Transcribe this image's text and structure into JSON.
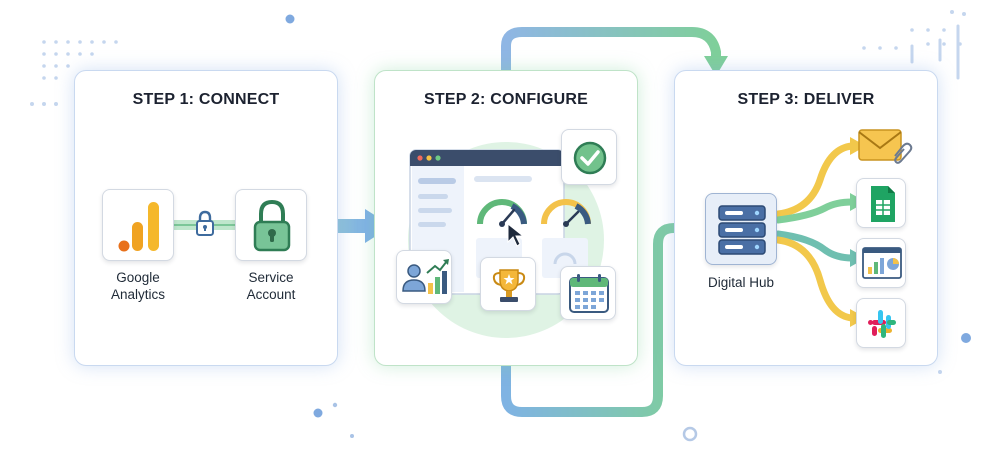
{
  "steps": [
    {
      "title": "STEP 1: CONNECT"
    },
    {
      "title": "STEP 2: CONFIGURE"
    },
    {
      "title": "STEP 3: DELIVER"
    }
  ],
  "step1": {
    "source_label_line1": "Google",
    "source_label_line2": "Analytics",
    "auth_label_line1": "Service",
    "auth_label_line2": "Account"
  },
  "step3": {
    "hub_label": "Digital Hub"
  },
  "colors": {
    "blue_flow": "#6aa3dc",
    "green_flow": "#7fcf9a",
    "yellow_flow": "#f2c84b",
    "teal_flow": "#6fbfb0",
    "analytics_orange": "#f29b1d",
    "lock_green": "#3f9c6b",
    "hub_blue": "#4a6fa5"
  },
  "icons": [
    "google-analytics-icon",
    "padlock-icon",
    "service-account-lock-icon",
    "dashboard-window-icon",
    "gauge-icon",
    "cursor-icon",
    "checkmark-icon",
    "growth-chart-icon",
    "trophy-icon",
    "calendar-icon",
    "server-stack-icon",
    "email-icon",
    "google-sheets-icon",
    "report-dashboard-icon",
    "slack-icon"
  ]
}
